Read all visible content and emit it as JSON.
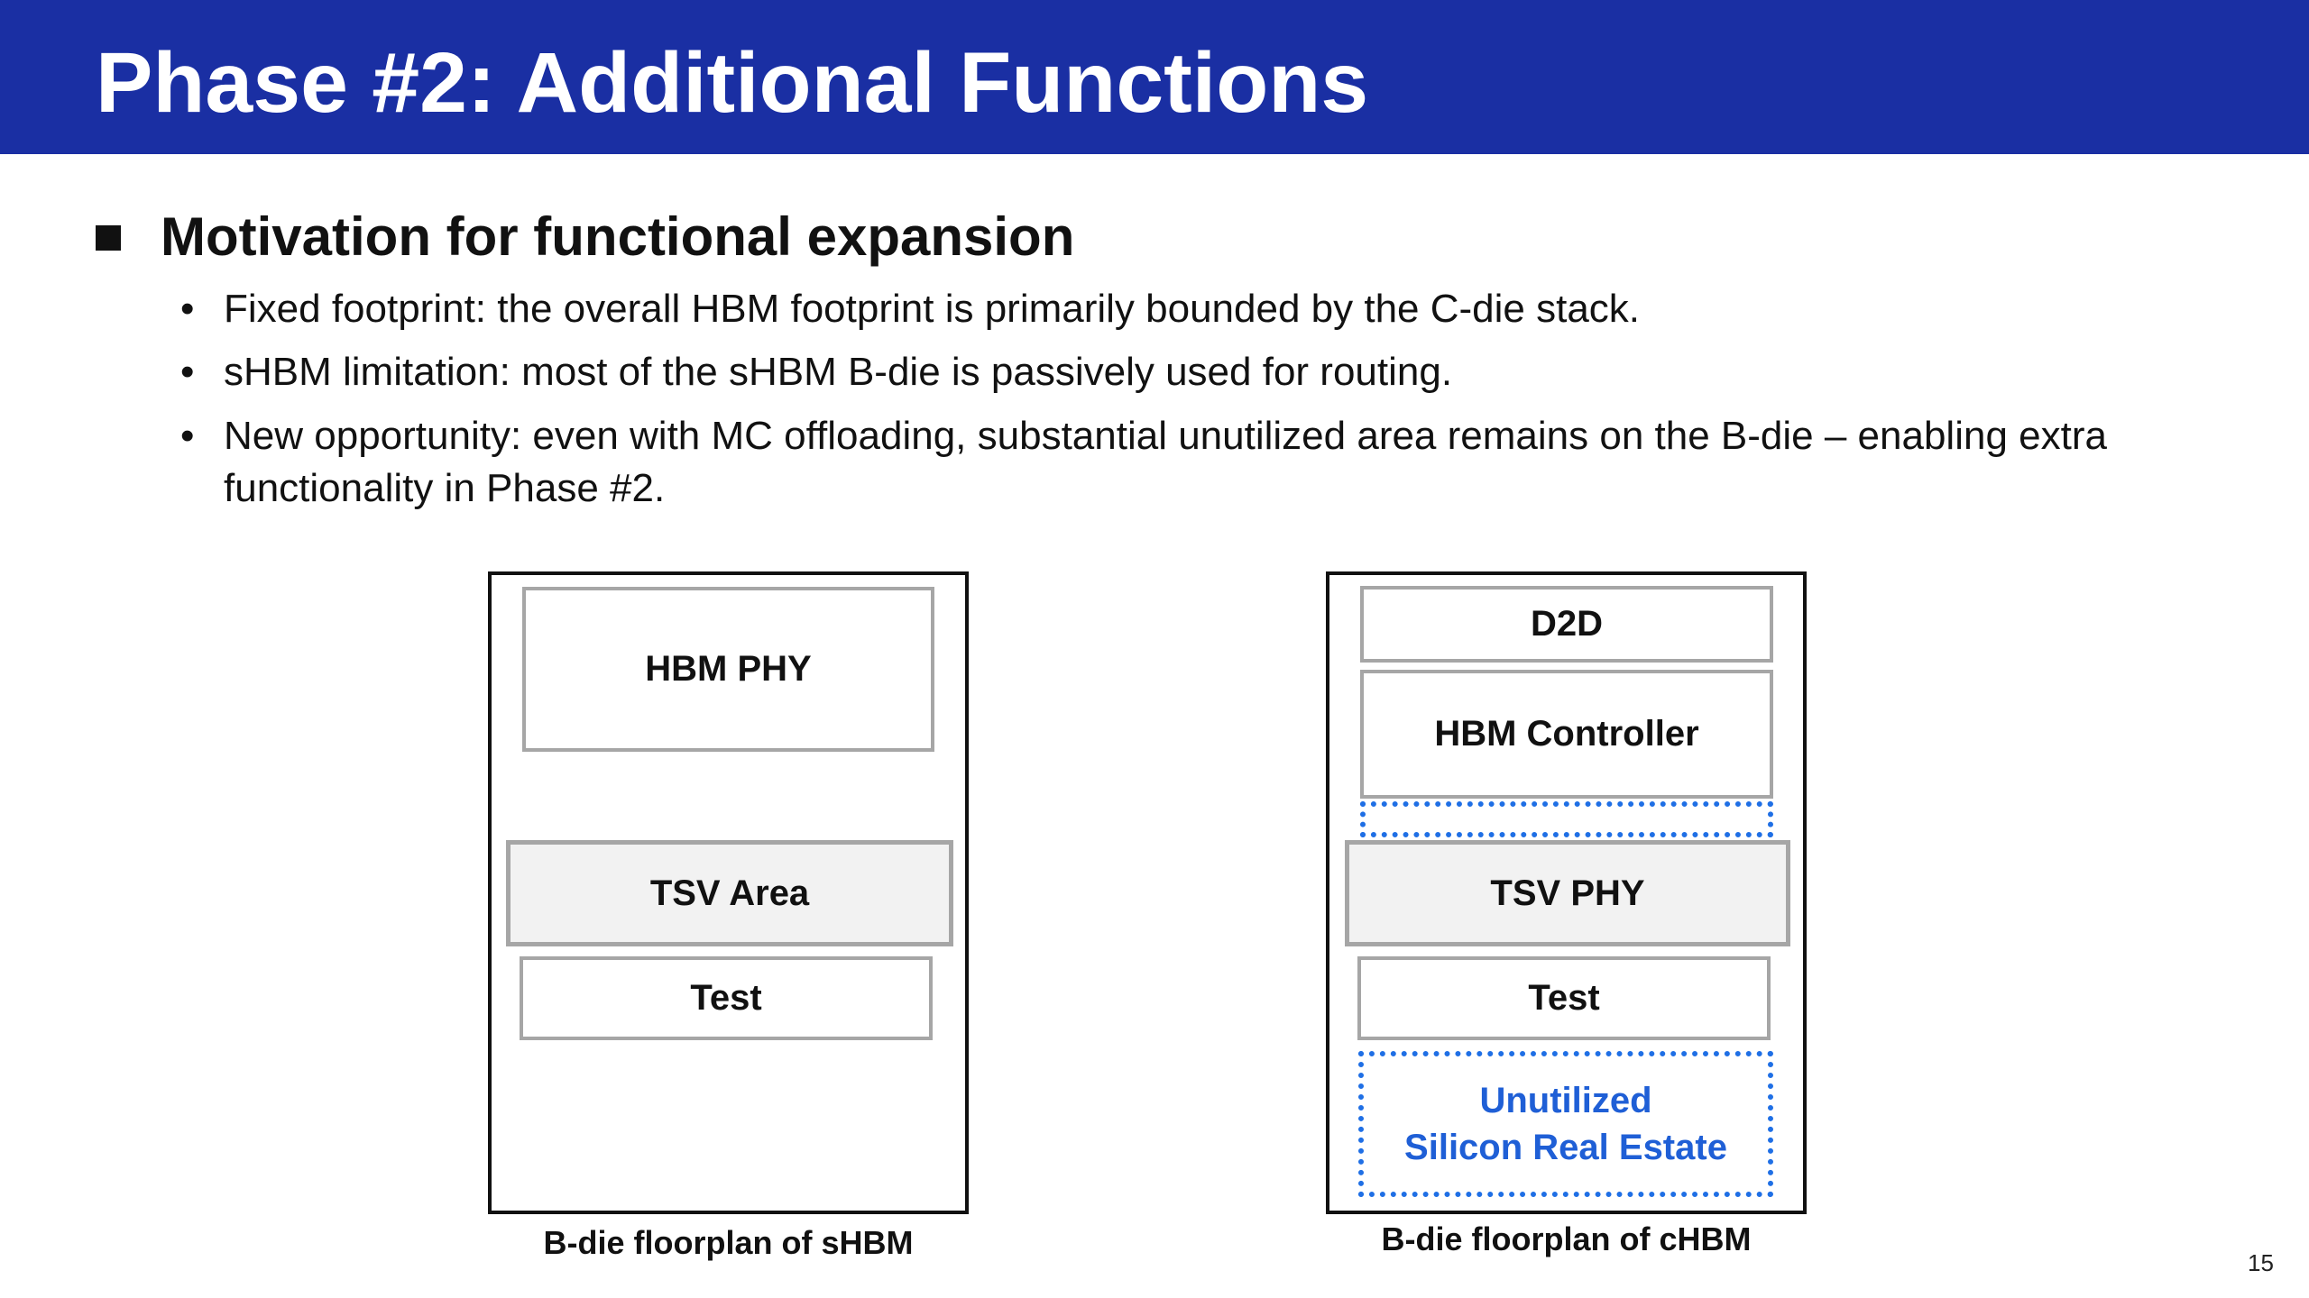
{
  "slide": {
    "title": "Phase #2: Additional Functions",
    "page_number": "15"
  },
  "motivation": {
    "heading": "Motivation for functional expansion",
    "bullets": [
      "Fixed footprint: the overall HBM footprint is primarily bounded by the C-die stack.",
      "sHBM limitation: most of the sHBM B-die is passively used for routing.",
      "New opportunity: even with MC offloading, substantial unutilized area remains on the B-die – enabling extra functionality in Phase #2."
    ]
  },
  "shbm_floorplan": {
    "caption": "B-die floorplan of sHBM",
    "blocks": [
      "HBM PHY",
      "TSV Area",
      "Test"
    ]
  },
  "chbm_floorplan": {
    "caption": "B-die floorplan of cHBM",
    "blocks": [
      "D2D",
      "HBM Controller",
      "TSV PHY",
      "Test"
    ],
    "unutilized_line1": "Unutilized",
    "unutilized_line2": "Silicon Real Estate"
  },
  "colors": {
    "title_bar": "#1a2fa3",
    "unutilized_accent": "#1f6fe5"
  }
}
